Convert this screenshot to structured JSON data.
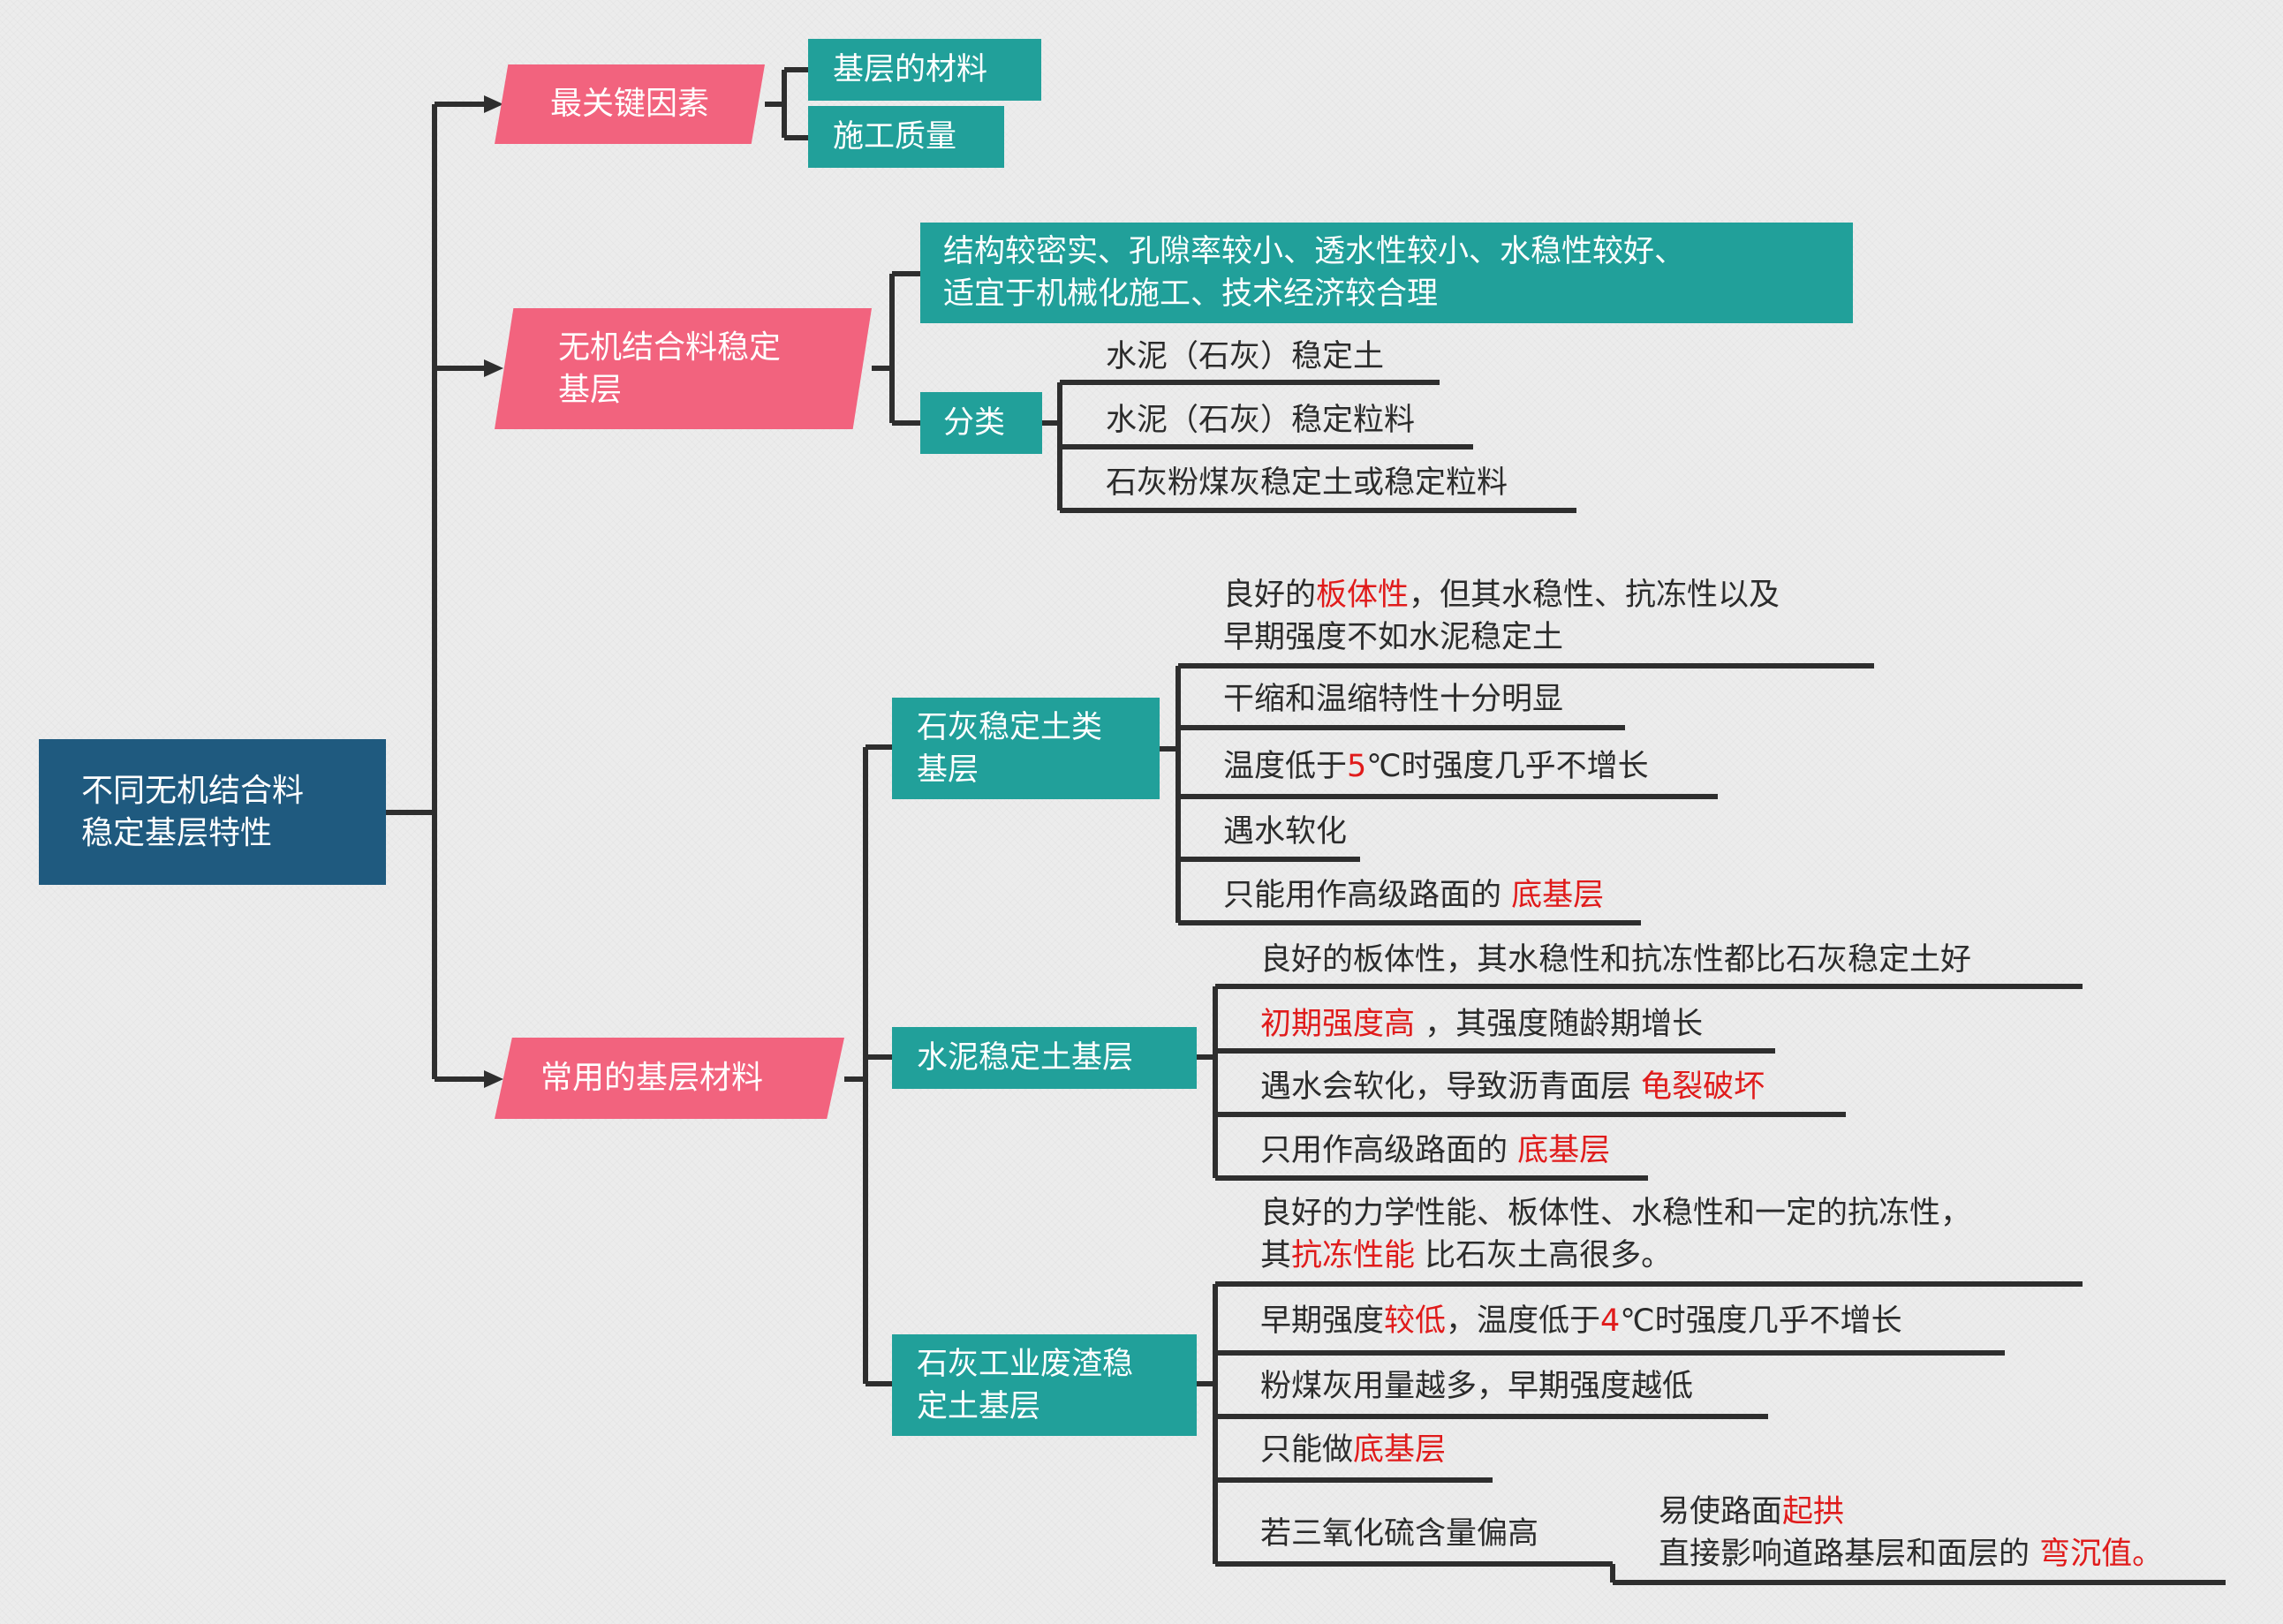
{
  "root": {
    "line1": "不同无机结合料",
    "line2": "稳定基层特性"
  },
  "key_factor": {
    "label": "最关键因素",
    "items": [
      "基层的材料",
      "施工质量"
    ]
  },
  "inorganic": {
    "line1": "无机结合料稳定",
    "line2": "基层",
    "features_line1": "结构较密实、孔隙率较小、透水性较小、水稳性较好、",
    "features_line2": "适宜于机械化施工、技术经济较合理",
    "classification": {
      "label": "分类",
      "items": [
        "水泥（石灰）稳定土",
        "水泥（石灰）稳定粒料",
        "石灰粉煤灰稳定土或稳定粒料"
      ]
    }
  },
  "common": {
    "label": "常用的基层材料",
    "lime": {
      "line1": "石灰稳定土类",
      "line2": "基层",
      "item1_a": "良好的",
      "item1_red": "板体性",
      "item1_b": "，但其水稳性、抗冻性以及",
      "item1_line2": "早期强度不如水泥稳定土",
      "item2": "干缩和温缩特性十分明显",
      "item3_a": "温度低于",
      "item3_red": "5",
      "item3_b": "℃时强度几乎不增长",
      "item4": "遇水软化",
      "item5_a": "只能用作高级路面的 ",
      "item5_red": "底基层"
    },
    "cement": {
      "label": "水泥稳定土基层",
      "item1": "良好的板体性，其水稳性和抗冻性都比石灰稳定土好",
      "item2_red": "初期强度高",
      "item2_b": " ，其强度随龄期增长",
      "item3_a": "遇水会软化，导致沥青面层 ",
      "item3_red": "龟裂破坏",
      "item4_a": "只用作高级路面的 ",
      "item4_red": "底基层"
    },
    "waste": {
      "line1": "石灰工业废渣稳",
      "line2": "定土基层",
      "item1_line1": "良好的力学性能、板体性、水稳性和一定的抗冻性，",
      "item1_a": "其",
      "item1_red": "抗冻性能",
      "item1_b": " 比石灰土高很多。",
      "item2_a": "早期强度",
      "item2_red": "较低",
      "item2_b": "，温度低于",
      "item2_red2": "4",
      "item2_c": "℃时强度几乎不增长",
      "item3": "粉煤灰用量越多，早期强度越低",
      "item4_a": "只能做",
      "item4_red": "底基层",
      "item5": "若三氧化硫含量偏高",
      "item5_sub_a": "易使路面",
      "item5_sub_red": "起拱",
      "item5_sub2_a": "直接影响道路基层和面层的 ",
      "item5_sub2_red": "弯沉值。"
    }
  },
  "colors": {
    "root": "#1f5a7f",
    "pink": "#f2637e",
    "teal": "#21a09a",
    "line": "#2e2e2e",
    "highlight": "#e01b1b"
  }
}
